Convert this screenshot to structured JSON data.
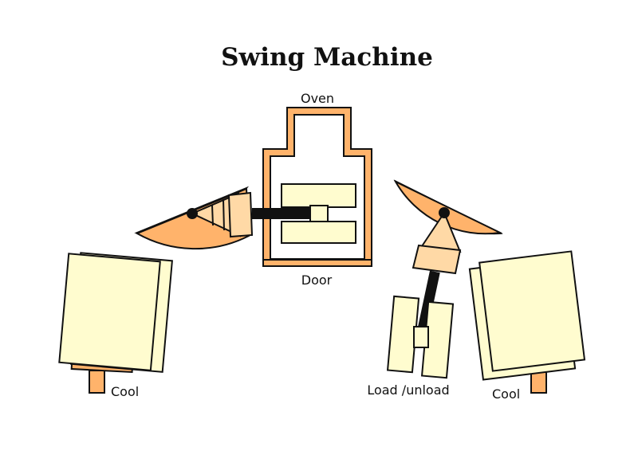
{
  "title": "Swing Machine",
  "labels": {
    "oven": "Oven",
    "door": "Door",
    "cool_left": "Cool",
    "cool_right": "Cool",
    "load_unload": "Load /unload"
  },
  "colors": {
    "orange": "#FFB36B",
    "light_orange": "#FFD9A6",
    "cream": "#FFFCCF",
    "dark": "#111111"
  }
}
